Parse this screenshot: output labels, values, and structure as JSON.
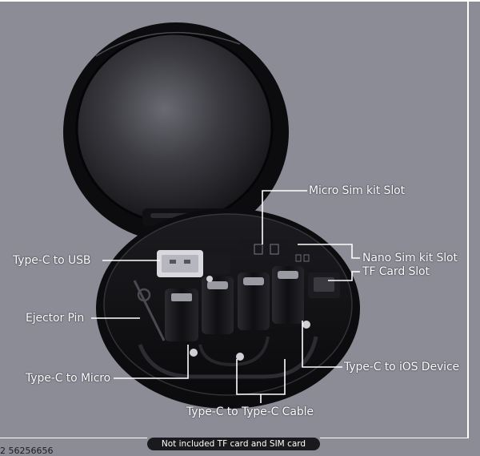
{
  "labels": {
    "micro_sim_slot": "Micro Sim kit Slot",
    "nano_sim_slot": "Nano Sim kit Slot",
    "tf_card_slot": "TF Card Slot",
    "type_c_to_usb": "Type-C  to  USB",
    "ejector_pin": "Ejector Pin",
    "type_c_to_ios": "Type-C to iOS Device",
    "type_c_to_micro": "Type-C to Micro",
    "type_c_to_type_c": "Type-C to Type-C Cable"
  },
  "footer_note": "Not included TF card and SIM card",
  "cut_off_text": "2 56256656",
  "colors": {
    "background": "#8c8c96",
    "case": "#121216",
    "label_text": "#ffffff",
    "leader_line": "#ffffff"
  }
}
